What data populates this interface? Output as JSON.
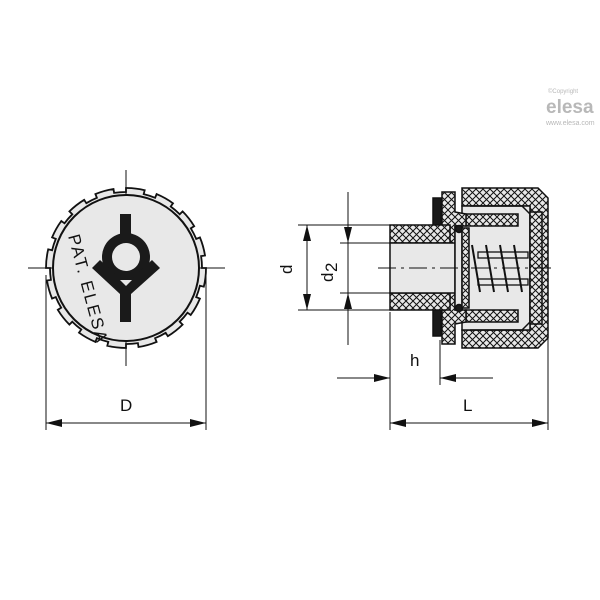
{
  "watermark": {
    "copyright": "©Copyright",
    "brand": "elesa",
    "url": "www.elesa.com"
  },
  "front_view": {
    "engraving": "PAT. ELESA",
    "dimension_label": "D"
  },
  "side_view": {
    "labels": {
      "d": "d",
      "d2_main": "d",
      "d2_sub": "2",
      "h": "h",
      "L": "L"
    }
  },
  "colors": {
    "line": "#111111",
    "fill": "#e8e8e8",
    "watermark": "#b8b8b8"
  }
}
